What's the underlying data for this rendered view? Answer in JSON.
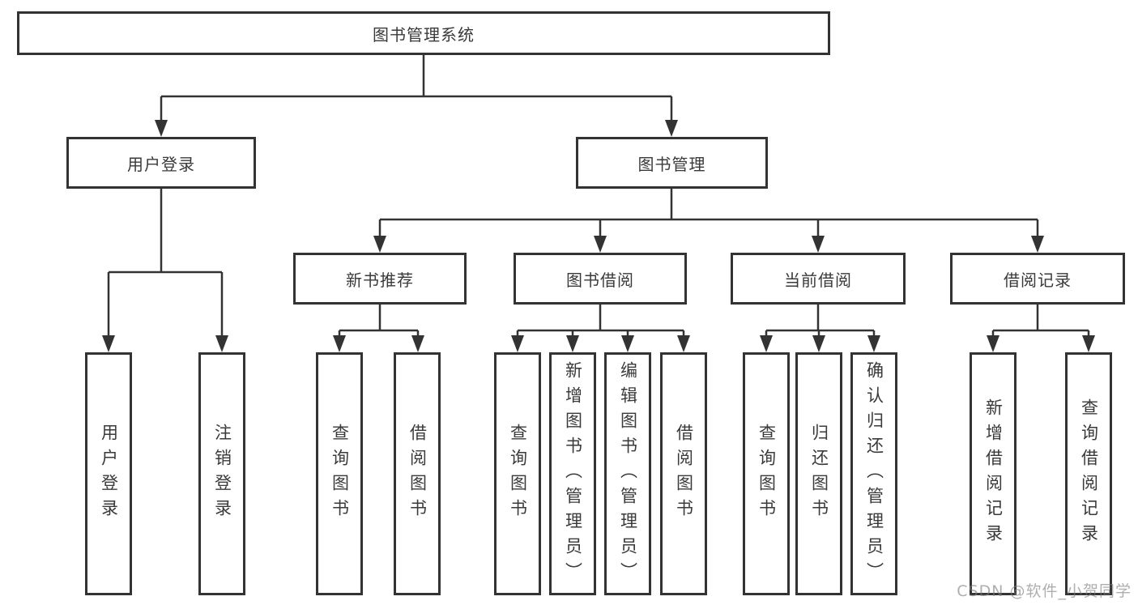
{
  "root": {
    "label": "图书管理系统"
  },
  "branches": [
    {
      "label": "用户登录",
      "leaves": [
        {
          "label": "用户登录"
        },
        {
          "label": "注销登录"
        }
      ]
    },
    {
      "label": "图书管理",
      "sections": [
        {
          "label": "新书推荐",
          "leaves": [
            {
              "label": "查询图书"
            },
            {
              "label": "借阅图书"
            }
          ]
        },
        {
          "label": "图书借阅",
          "leaves": [
            {
              "label": "查询图书"
            },
            {
              "label": "新增图书（管理员）"
            },
            {
              "label": "编辑图书（管理员）"
            },
            {
              "label": "借阅图书"
            }
          ]
        },
        {
          "label": "当前借阅",
          "leaves": [
            {
              "label": "查询图书"
            },
            {
              "label": "归还图书"
            },
            {
              "label": "确认归还（管理员）"
            }
          ]
        },
        {
          "label": "借阅记录",
          "leaves": [
            {
              "label": "新增借阅记录"
            },
            {
              "label": "查询借阅记录"
            }
          ]
        }
      ]
    }
  ],
  "watermark": "CSDN @软件_小贺同学",
  "colors": {
    "line": "#333333",
    "box_border": "#333333",
    "text": "#3a3a3a",
    "watermark": "#7d7d7d"
  }
}
